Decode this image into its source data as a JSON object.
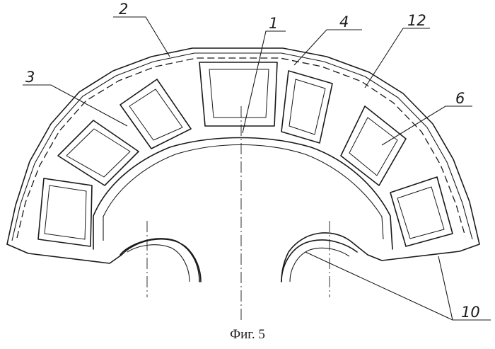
{
  "figure": {
    "caption": "Фиг. 5",
    "labels": {
      "l1": "1",
      "l2": "2",
      "l3": "3",
      "l4": "4",
      "l6": "6",
      "l10": "10",
      "l12": "12"
    }
  }
}
